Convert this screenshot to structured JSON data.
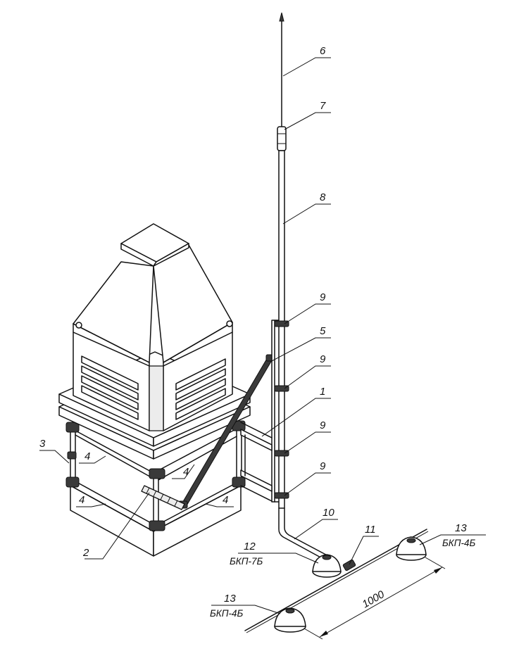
{
  "labels": {
    "l1": "1",
    "l2": "2",
    "l3": "3",
    "l4a": "4",
    "l4b": "4",
    "l4c": "4",
    "l4d": "4",
    "l5": "5",
    "l6": "6",
    "l7": "7",
    "l8": "8",
    "l9a": "9",
    "l9b": "9",
    "l9c": "9",
    "l9d": "9",
    "l10": "10",
    "l11": "11",
    "l12": "12",
    "l12_code": "БКП-7Б",
    "l13a": "13",
    "l13a_code": "БКП-4Б",
    "l13b": "13",
    "l13b_code": "БКП-4Б"
  },
  "dimension": {
    "value": "1000"
  }
}
